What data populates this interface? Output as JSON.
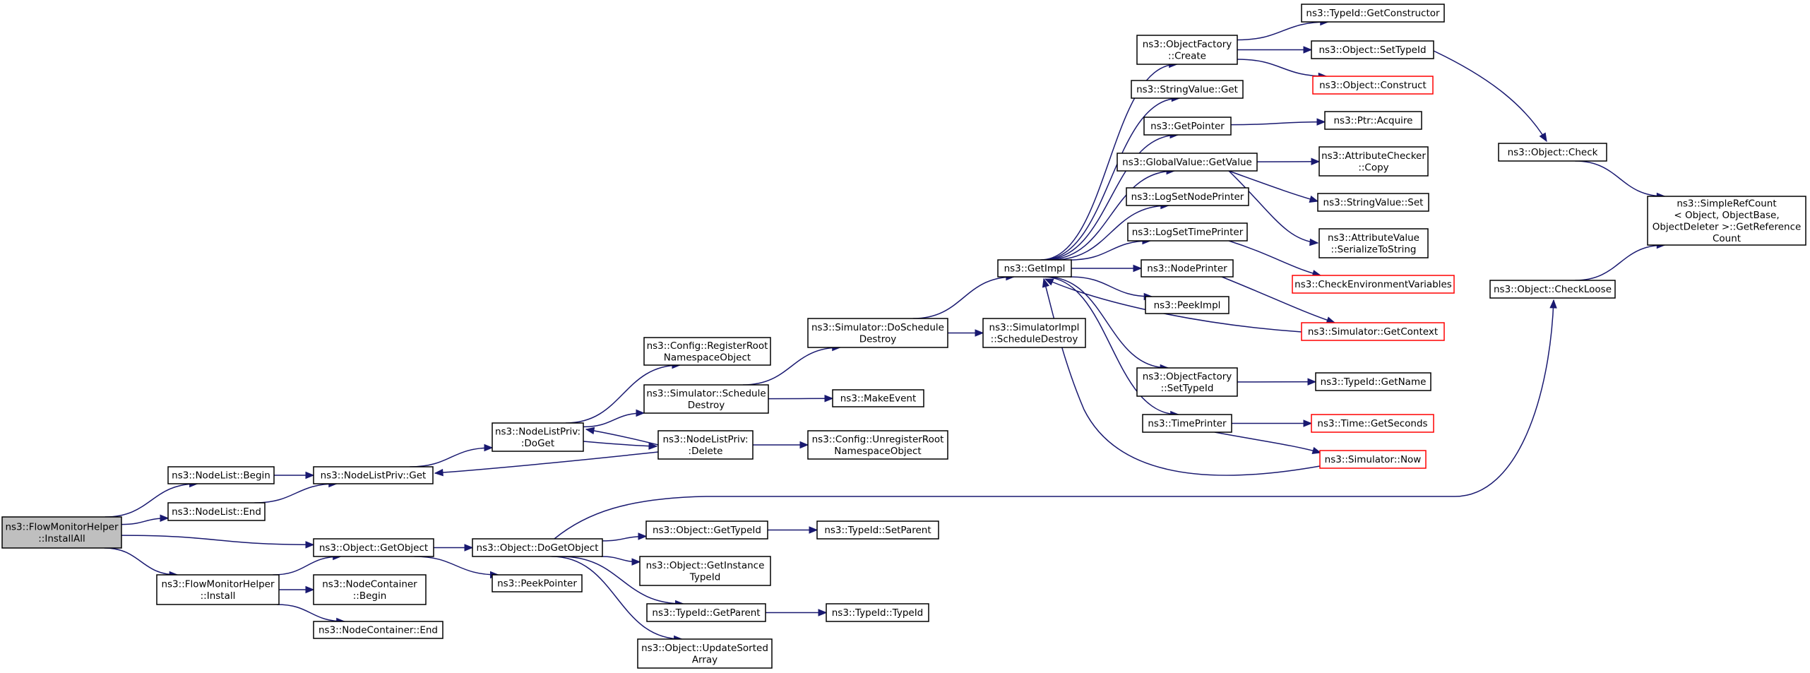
{
  "nodes": [
    {
      "id": "installall",
      "lines": [
        "ns3::FlowMonitorHelper",
        "::InstallAll"
      ],
      "style": "root"
    },
    {
      "id": "nl_begin",
      "lines": [
        "ns3::NodeList::Begin"
      ]
    },
    {
      "id": "nl_end",
      "lines": [
        "ns3::NodeList::End"
      ]
    },
    {
      "id": "obj_getobject",
      "lines": [
        "ns3::Object::GetObject"
      ]
    },
    {
      "id": "fmh_install",
      "lines": [
        "ns3::FlowMonitorHelper",
        "::Install"
      ]
    },
    {
      "id": "nlp_get",
      "lines": [
        "ns3::NodeListPriv::Get"
      ]
    },
    {
      "id": "nc_begin",
      "lines": [
        "ns3::NodeContainer",
        "::Begin"
      ]
    },
    {
      "id": "nc_end",
      "lines": [
        "ns3::NodeContainer::End"
      ]
    },
    {
      "id": "peekpointer",
      "lines": [
        "ns3::PeekPointer"
      ]
    },
    {
      "id": "obj_dogetobject",
      "lines": [
        "ns3::Object::DoGetObject"
      ]
    },
    {
      "id": "nlp_doget",
      "lines": [
        "ns3::NodeListPriv:",
        ":DoGet"
      ]
    },
    {
      "id": "cfg_registerroot",
      "lines": [
        "ns3::Config::RegisterRoot",
        "NamespaceObject"
      ]
    },
    {
      "id": "sim_scheduledestroy",
      "lines": [
        "ns3::Simulator::Schedule",
        "Destroy"
      ]
    },
    {
      "id": "nlp_delete",
      "lines": [
        "ns3::NodeListPriv:",
        ":Delete"
      ]
    },
    {
      "id": "obj_gettypeid",
      "lines": [
        "ns3::Object::GetTypeId"
      ]
    },
    {
      "id": "obj_getinstancetypeid",
      "lines": [
        "ns3::Object::GetInstance",
        "TypeId"
      ]
    },
    {
      "id": "typeid_getparent",
      "lines": [
        "ns3::TypeId::GetParent"
      ]
    },
    {
      "id": "obj_updatesorted",
      "lines": [
        "ns3::Object::UpdateSorted",
        "Array"
      ]
    },
    {
      "id": "sim_doscheduledestroy",
      "lines": [
        "ns3::Simulator::DoSchedule",
        "Destroy"
      ]
    },
    {
      "id": "makeevent",
      "lines": [
        "ns3::MakeEvent"
      ]
    },
    {
      "id": "cfg_unregisterroot",
      "lines": [
        "ns3::Config::UnregisterRoot",
        "NamespaceObject"
      ]
    },
    {
      "id": "typeid_setparent",
      "lines": [
        "ns3::TypeId::SetParent"
      ]
    },
    {
      "id": "typeid_typeid",
      "lines": [
        "ns3::TypeId::TypeId"
      ]
    },
    {
      "id": "getimpl",
      "lines": [
        "ns3::GetImpl"
      ]
    },
    {
      "id": "simimpl_scheduledestroy",
      "lines": [
        "ns3::SimulatorImpl",
        "::ScheduleDestroy"
      ]
    },
    {
      "id": "objfactory_create",
      "lines": [
        "ns3::ObjectFactory",
        "::Create"
      ]
    },
    {
      "id": "stringvalue_get",
      "lines": [
        "ns3::StringValue::Get"
      ]
    },
    {
      "id": "getpointer",
      "lines": [
        "ns3::GetPointer"
      ]
    },
    {
      "id": "globalvalue_getvalue",
      "lines": [
        "ns3::GlobalValue::GetValue"
      ]
    },
    {
      "id": "logsetnodeprinter",
      "lines": [
        "ns3::LogSetNodePrinter"
      ]
    },
    {
      "id": "logsettimeprinter",
      "lines": [
        "ns3::LogSetTimePrinter"
      ]
    },
    {
      "id": "nodeprinter",
      "lines": [
        "ns3::NodePrinter"
      ]
    },
    {
      "id": "peekimpl",
      "lines": [
        "ns3::PeekImpl"
      ]
    },
    {
      "id": "objfactory_settypeid",
      "lines": [
        "ns3::ObjectFactory",
        "::SetTypeId"
      ]
    },
    {
      "id": "timeprinter",
      "lines": [
        "ns3::TimePrinter"
      ]
    },
    {
      "id": "typeid_getconstructor",
      "lines": [
        "ns3::TypeId::GetConstructor"
      ]
    },
    {
      "id": "obj_settypeid",
      "lines": [
        "ns3::Object::SetTypeId"
      ]
    },
    {
      "id": "obj_construct",
      "lines": [
        "ns3::Object::Construct"
      ],
      "style": "trunc"
    },
    {
      "id": "ptr_acquire",
      "lines": [
        "ns3::Ptr::Acquire"
      ]
    },
    {
      "id": "attrchecker_copy",
      "lines": [
        "ns3::AttributeChecker",
        "::Copy"
      ]
    },
    {
      "id": "stringvalue_set",
      "lines": [
        "ns3::StringValue::Set"
      ]
    },
    {
      "id": "attrvalue_serialize",
      "lines": [
        "ns3::AttributeValue",
        "::SerializeToString"
      ]
    },
    {
      "id": "checkenvvars",
      "lines": [
        "ns3::CheckEnvironmentVariables"
      ],
      "style": "trunc"
    },
    {
      "id": "sim_getcontext",
      "lines": [
        "ns3::Simulator::GetContext"
      ],
      "style": "trunc"
    },
    {
      "id": "typeid_getname",
      "lines": [
        "ns3::TypeId::GetName"
      ]
    },
    {
      "id": "time_getseconds",
      "lines": [
        "ns3::Time::GetSeconds"
      ],
      "style": "trunc"
    },
    {
      "id": "sim_now",
      "lines": [
        "ns3::Simulator::Now"
      ],
      "style": "trunc"
    },
    {
      "id": "obj_check",
      "lines": [
        "ns3::Object::Check"
      ]
    },
    {
      "id": "obj_checkloose",
      "lines": [
        "ns3::Object::CheckLoose"
      ]
    },
    {
      "id": "simplerefcount",
      "lines": [
        "ns3::SimpleRefCount",
        "< Object, ObjectBase,",
        "ObjectDeleter >::GetReference",
        "Count"
      ]
    }
  ],
  "edges": [
    [
      "installall",
      "nl_begin"
    ],
    [
      "installall",
      "nl_end"
    ],
    [
      "installall",
      "obj_getobject"
    ],
    [
      "installall",
      "fmh_install"
    ],
    [
      "nl_begin",
      "nlp_get"
    ],
    [
      "nl_end",
      "nlp_get"
    ],
    [
      "fmh_install",
      "obj_getobject"
    ],
    [
      "fmh_install",
      "nc_begin"
    ],
    [
      "fmh_install",
      "nc_end"
    ],
    [
      "nlp_get",
      "nlp_doget"
    ],
    [
      "obj_getobject",
      "obj_dogetobject"
    ],
    [
      "obj_getobject",
      "peekpointer"
    ],
    [
      "obj_dogetobject",
      "obj_gettypeid"
    ],
    [
      "obj_dogetobject",
      "obj_getinstancetypeid"
    ],
    [
      "obj_dogetobject",
      "typeid_getparent"
    ],
    [
      "obj_dogetobject",
      "obj_updatesorted"
    ],
    [
      "obj_dogetobject",
      "obj_checkloose"
    ],
    [
      "nlp_doget",
      "cfg_registerroot"
    ],
    [
      "nlp_doget",
      "sim_scheduledestroy"
    ],
    [
      "nlp_doget",
      "nlp_delete"
    ],
    [
      "nlp_delete",
      "nlp_doget"
    ],
    [
      "nlp_delete",
      "nlp_get"
    ],
    [
      "nlp_delete",
      "cfg_unregisterroot"
    ],
    [
      "sim_scheduledestroy",
      "sim_doscheduledestroy"
    ],
    [
      "sim_scheduledestroy",
      "makeevent"
    ],
    [
      "obj_gettypeid",
      "typeid_setparent"
    ],
    [
      "typeid_getparent",
      "typeid_typeid"
    ],
    [
      "sim_doscheduledestroy",
      "getimpl"
    ],
    [
      "sim_doscheduledestroy",
      "simimpl_scheduledestroy"
    ],
    [
      "getimpl",
      "objfactory_create"
    ],
    [
      "getimpl",
      "stringvalue_get"
    ],
    [
      "getimpl",
      "getpointer"
    ],
    [
      "getimpl",
      "globalvalue_getvalue"
    ],
    [
      "getimpl",
      "logsetnodeprinter"
    ],
    [
      "getimpl",
      "logsettimeprinter"
    ],
    [
      "getimpl",
      "nodeprinter"
    ],
    [
      "getimpl",
      "peekimpl"
    ],
    [
      "getimpl",
      "objfactory_settypeid"
    ],
    [
      "getimpl",
      "timeprinter"
    ],
    [
      "sim_getcontext",
      "getimpl"
    ],
    [
      "sim_now",
      "getimpl"
    ],
    [
      "objfactory_create",
      "typeid_getconstructor"
    ],
    [
      "objfactory_create",
      "obj_settypeid"
    ],
    [
      "objfactory_create",
      "obj_construct"
    ],
    [
      "getpointer",
      "ptr_acquire"
    ],
    [
      "globalvalue_getvalue",
      "attrchecker_copy"
    ],
    [
      "globalvalue_getvalue",
      "stringvalue_set"
    ],
    [
      "globalvalue_getvalue",
      "attrvalue_serialize"
    ],
    [
      "logsettimeprinter",
      "checkenvvars"
    ],
    [
      "nodeprinter",
      "sim_getcontext"
    ],
    [
      "objfactory_settypeid",
      "typeid_getname"
    ],
    [
      "timeprinter",
      "time_getseconds"
    ],
    [
      "timeprinter",
      "sim_now"
    ],
    [
      "obj_settypeid",
      "obj_check"
    ],
    [
      "obj_check",
      "simplerefcount"
    ],
    [
      "obj_checkloose",
      "simplerefcount"
    ]
  ],
  "colors": {
    "edge": "#191970",
    "node_border": "#000000",
    "truncated_border": "#ff0000",
    "root_fill": "#bfbfbf"
  }
}
